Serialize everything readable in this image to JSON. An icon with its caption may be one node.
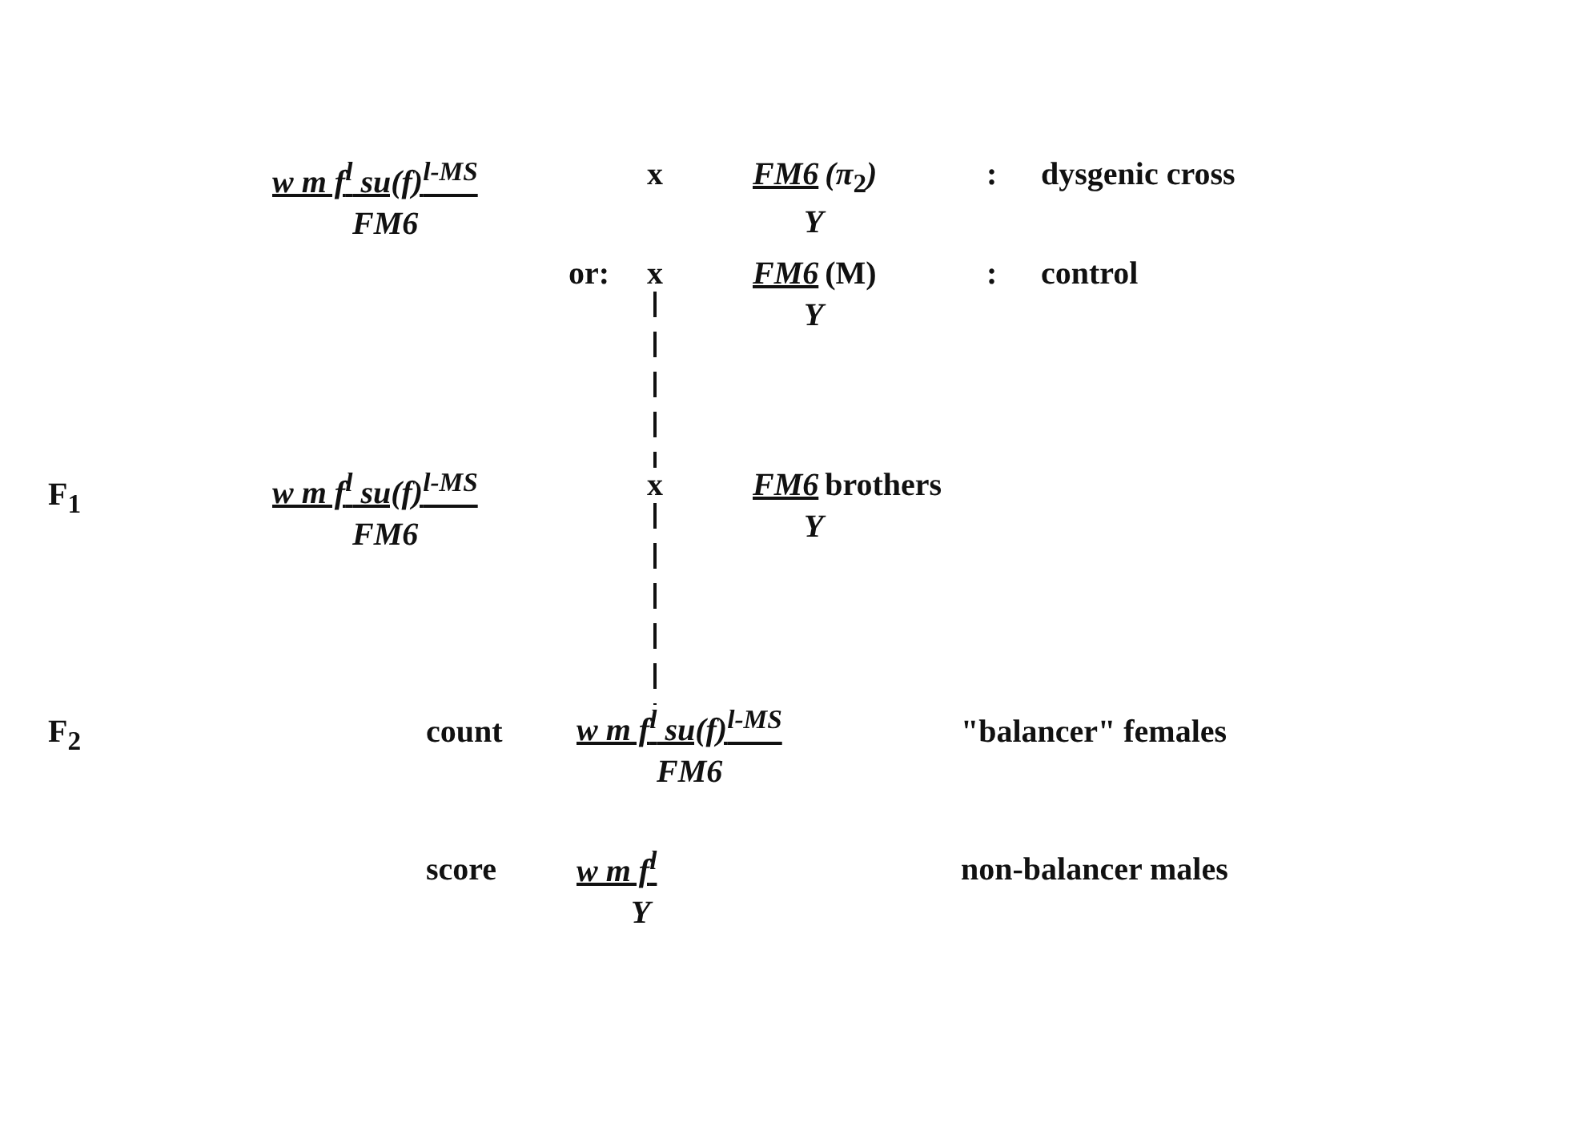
{
  "diagram": {
    "nodes": [
      {
        "text": [
          "w m f$^{l}$ su(f)$^{l-MS}$",
          "FM6"
        ]
      },
      {
        "text": [
          "FM6",
          "Y"
        ],
        "beside": [
          "*(π*$_{2}$*)*"
        ]
      },
      {
        "text": [
          "x"
        ]
      },
      {
        "text": [
          "FM6",
          "Y"
        ],
        "beside": [
          "(M)"
        ]
      },
      {
        "text": [
          "w m f$^{l}$ su(f)$^{l-MS}$",
          "FM6"
        ]
      },
      {
        "text": [
          "x"
        ]
      },
      {
        "text": [
          "FM6",
          "Y"
        ],
        "beside": [
          "brothers"
        ]
      },
      {
        "text": [
          "w m f$^{l}$ su(f)$^{l-MS}$",
          "FM6"
        ]
      },
      {
        "text": [
          "w m f$^{l}$",
          "Y"
        ]
      }
    ],
    "edges": [
      {
        "from": 2,
        "to": 5,
        "arrow": "none",
        "style": "dashed"
      },
      {
        "from": 5,
        "to": 7,
        "arrow": "none",
        "style": "dashed"
      }
    ],
    "labels": [
      "x",
      ":",
      "dysgenic cross",
      "or:",
      ":",
      "control",
      "F$_{1}$",
      "F$_{2}$",
      "count",
      "\"balancer\" females",
      "score",
      "non-balancer males"
    ]
  }
}
